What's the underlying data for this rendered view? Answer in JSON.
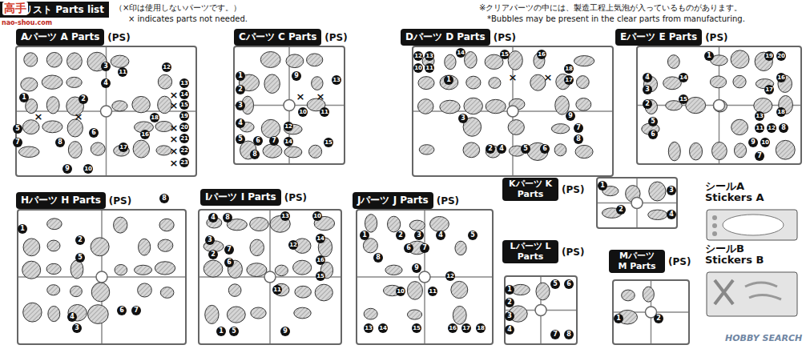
{
  "diagram": {
    "title": "リスト Parts list",
    "nodes": [
      {
        "text": [
          "Aパーツ A Parts",
          "(PS)"
        ]
      },
      {
        "text": [
          "Cパーツ C Parts",
          "(PS)"
        ]
      },
      {
        "text": [
          "Dパーツ D Parts",
          "(PS)"
        ]
      },
      {
        "text": [
          "Eパーツ E Parts",
          "(PS)"
        ]
      },
      {
        "text": [
          "Hパーツ H Parts",
          "(PS)"
        ]
      },
      {
        "text": [
          "Iパーツ I Parts",
          "(PS)"
        ]
      },
      {
        "text": [
          "Jパーツ J Parts",
          "(PS)"
        ]
      },
      {
        "text": [
          "Kパーツ K Parts",
          "(PS)"
        ]
      },
      {
        "text": [
          "Lパーツ L Parts",
          "(PS)"
        ]
      },
      {
        "text": [
          "Mパーツ M Parts",
          "(PS)"
        ]
      },
      {
        "text": [
          "シールA Stickers A"
        ]
      },
      {
        "text": [
          "シールB Stickers B"
        ]
      }
    ],
    "labels": [
      "高手",
      "nao-shou.com",
      "（×印は使用しないパーツです。）",
      "× indicates parts not needed.",
      "※クリアパーツの中には、製造工程上気泡が入っているものがあります。",
      "*Bubbles may be present in the clear parts from manufacturing.",
      "HOBBY SEARCH",
      "1",
      "2",
      "3",
      "4",
      "5",
      "6",
      "7",
      "8",
      "9",
      "10",
      "11",
      "12",
      "13",
      "14",
      "15",
      "16",
      "17",
      "18",
      "19",
      "20",
      "21",
      "22",
      "23",
      "×",
      "×",
      "×",
      "×",
      "×",
      "×",
      "×",
      "×",
      "1",
      "2",
      "3",
      "4",
      "5",
      "6",
      "7",
      "8",
      "9",
      "10",
      "11",
      "12",
      "13",
      "14",
      "15",
      "×",
      "×",
      "12",
      "13",
      "10",
      "11",
      "14",
      "15",
      "16",
      "1",
      "3",
      "2",
      "4",
      "5",
      "6",
      "9",
      "7",
      "8",
      "18",
      "17",
      "×",
      "×",
      "19",
      "20",
      "1",
      "4",
      "3",
      "2",
      "14",
      "15",
      "16",
      "17",
      "18",
      "5",
      "6",
      "13",
      "11",
      "12",
      "8",
      "9",
      "10",
      "7",
      "1",
      "2",
      "5",
      "4",
      "3",
      "6",
      "7",
      "8",
      "4",
      "8",
      "13",
      "10",
      "3",
      "2",
      "7",
      "6",
      "12",
      "14",
      "16",
      "15",
      "11",
      "1",
      "5",
      "9",
      "1",
      "2",
      "3",
      "4",
      "5",
      "6",
      "7",
      "8",
      "9",
      "10",
      "11",
      "12",
      "13",
      "14",
      "15",
      "16",
      "17",
      "18",
      "1",
      "2",
      "3",
      "4",
      "1",
      "2",
      "3",
      "4",
      "5",
      "6",
      "7",
      "8",
      "1",
      "2"
    ]
  }
}
